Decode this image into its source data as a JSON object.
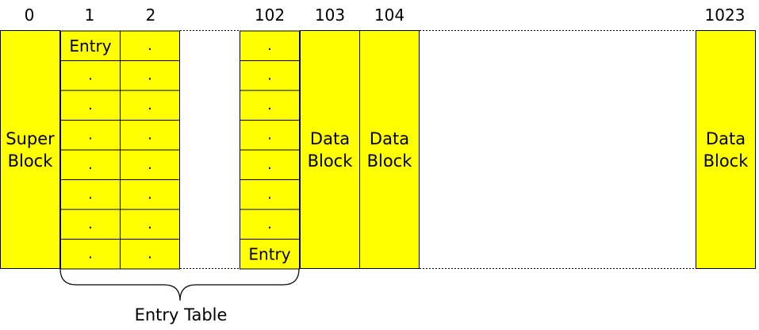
{
  "fill_color": "#ffff00",
  "block_numbers": {
    "b0": "0",
    "b1": "1",
    "b2": "2",
    "b102": "102",
    "b103": "103",
    "b104": "104",
    "b1023": "1023"
  },
  "super_block": {
    "line1": "Super",
    "line2": "Block"
  },
  "data_block": {
    "line1": "Data",
    "line2": "Block"
  },
  "entry_label": "Entry",
  "cell_dot": ".",
  "entry_table_label": "Entry Table"
}
